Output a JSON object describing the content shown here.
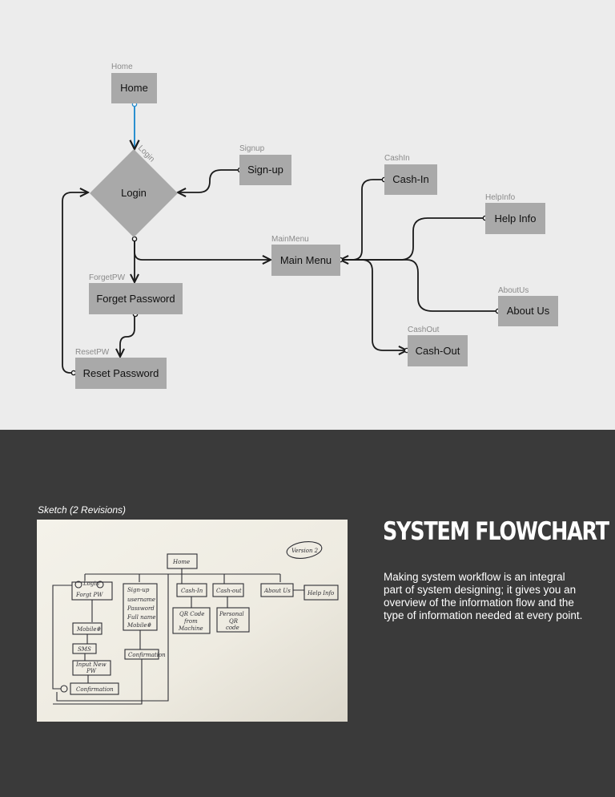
{
  "flowchart": {
    "nodes": {
      "home": {
        "frame": "Home",
        "label": "Home"
      },
      "login": {
        "frame": "Login",
        "label": "Login"
      },
      "signup": {
        "frame": "Signup",
        "label": "Sign-up"
      },
      "forgetpw": {
        "frame": "ForgetPW",
        "label": "Forget Password"
      },
      "resetpw": {
        "frame": "ResetPW",
        "label": "Reset Password"
      },
      "mainmenu": {
        "frame": "MainMenu",
        "label": "Main Menu"
      },
      "cashin": {
        "frame": "CashIn",
        "label": "Cash-In"
      },
      "helpinfo": {
        "frame": "HelpInfo",
        "label": "Help Info"
      },
      "aboutus": {
        "frame": "AboutUs",
        "label": "About Us"
      },
      "cashout": {
        "frame": "CashOut",
        "label": "Cash-Out"
      }
    },
    "colors": {
      "node_fill": "#a9a9a9",
      "canvas_bg": "#ececec",
      "selected_edge": "#2a8fd0"
    }
  },
  "sketch": {
    "caption": "Sketch (2 Revisions)",
    "notes": {
      "version": "Version 2",
      "home": "Home",
      "login": "Login",
      "forget": "Forgt PW",
      "signup": "Sign-up",
      "username": "username",
      "password": "Password",
      "fullname": "Full name",
      "mobile": "Mobile#",
      "cashin": "Cash-In",
      "cashout": "Cash-out",
      "aboutus": "About Us",
      "helpinfo": "Help Info",
      "qr1a": "QR Code",
      "qr1b": "from",
      "qr1c": "Machine",
      "qr2a": "Personal",
      "qr2b": "QR",
      "qr2c": "code",
      "mobile2": "Mobile#",
      "sms": "SMS",
      "input1": "Input New",
      "input2": "PW",
      "confirm1": "Confirmation",
      "confirm2": "Confirmation"
    }
  },
  "info": {
    "heading": "SYSTEM FLOWCHART",
    "description": "Making system workflow is an integral part of system designing; it gives you an overview of the information flow and the type of information needed at every point."
  }
}
